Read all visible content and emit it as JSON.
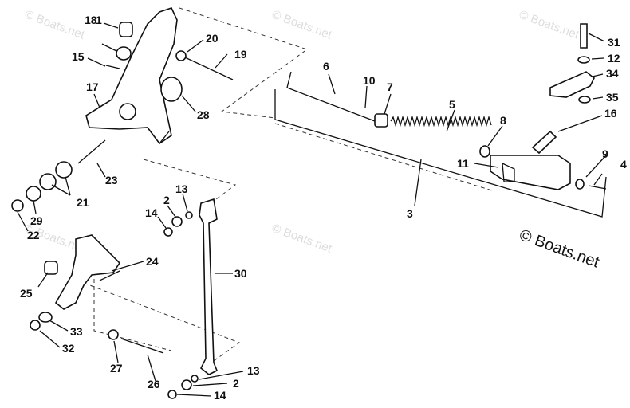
{
  "watermark": "© Boats.net",
  "copyright": "© Boats.net",
  "callouts": [
    "1",
    "2",
    "3",
    "4",
    "5",
    "6",
    "7",
    "8",
    "9",
    "10",
    "11",
    "12",
    "13",
    "14",
    "15",
    "16",
    "17",
    "18",
    "19",
    "20",
    "21",
    "22",
    "23",
    "24",
    "25",
    "26",
    "27",
    "28",
    "29",
    "30",
    "31",
    "32",
    "33",
    "34",
    "35"
  ]
}
